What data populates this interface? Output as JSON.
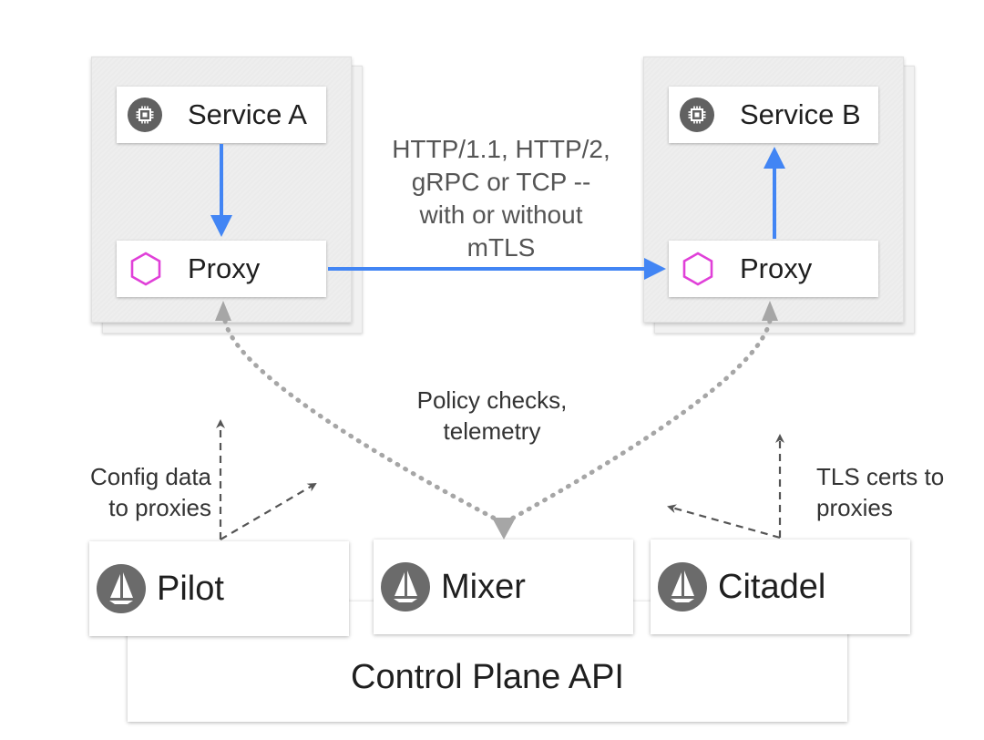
{
  "services": {
    "a": {
      "label": "Service A"
    },
    "b": {
      "label": "Service B"
    }
  },
  "proxies": {
    "a": {
      "label": "Proxy"
    },
    "b": {
      "label": "Proxy"
    }
  },
  "protocol_note": {
    "line1": "HTTP/1.1, HTTP/2,",
    "line2": "gRPC or TCP --",
    "line3": "with or without",
    "line4": "mTLS"
  },
  "policy_note": {
    "line1": "Policy checks,",
    "line2": "telemetry"
  },
  "config_note": {
    "line1": "Config data",
    "line2": "to proxies"
  },
  "tls_note": {
    "line1": "TLS certs to",
    "line2": "proxies"
  },
  "control_plane": {
    "pilot": "Pilot",
    "mixer": "Mixer",
    "citadel": "Citadel",
    "api_label": "Control Plane API"
  },
  "colors": {
    "arrow_blue": "#4285f4",
    "dotted_gray": "#a6a6a6",
    "dashed_gray": "#555555",
    "hexagon_magenta": "#e040d8",
    "icon_gray": "#616161"
  },
  "icons": {
    "service": "chip-icon",
    "proxy": "hexagon-icon",
    "control_plane": "sail-icon"
  }
}
